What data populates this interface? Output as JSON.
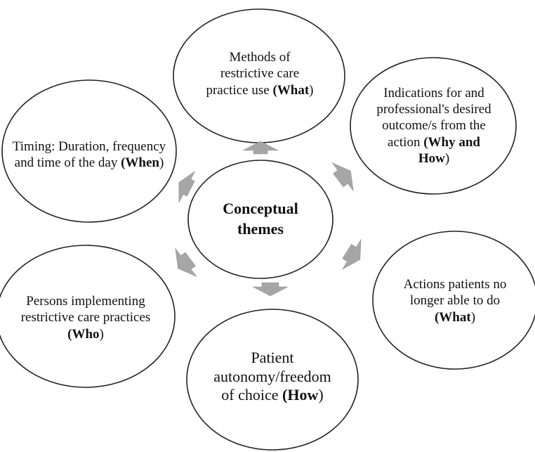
{
  "center": {
    "line1": "Conceptual",
    "line2": "themes"
  },
  "themes": [
    {
      "id": "what-methods",
      "pre": "Methods of restrictive care practice use ",
      "bold": "(What",
      "post": ")"
    },
    {
      "id": "why-how",
      "pre": "Indications for and professional's desired outcome/s from the action ",
      "bold": "(Why and How",
      "post": ")"
    },
    {
      "id": "what-actions",
      "pre": "Actions patients no longer able to do ",
      "bold": "(What",
      "post": ")"
    },
    {
      "id": "how-autonomy",
      "pre": "Patient autonomy/freedom of choice ",
      "bold": "(How",
      "post": ")"
    },
    {
      "id": "who-persons",
      "pre": "Persons implementing restrictive care practices ",
      "bold": "(Who",
      "post": ")"
    },
    {
      "id": "when-timing",
      "pre": "Timing: Duration, frequency and time of the day ",
      "bold": "(When",
      "post": ")"
    }
  ],
  "colors": {
    "stroke": "#222222",
    "arrow": "#a6a6a6",
    "text": "#111111"
  }
}
